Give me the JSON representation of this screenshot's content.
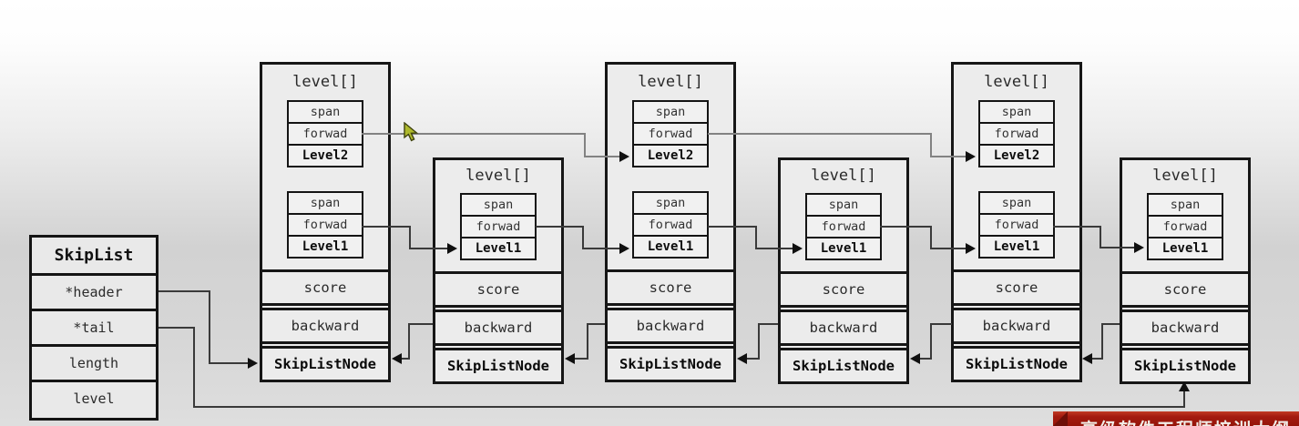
{
  "struct": {
    "title": "SkipList",
    "fields": [
      "*header",
      "*tail",
      "length",
      "level"
    ]
  },
  "nodes": [
    {
      "title": "level[]",
      "groups": [
        {
          "span": "span",
          "forward": "forwad",
          "level": "Level2"
        },
        {
          "span": "span",
          "forward": "forwad",
          "level": "Level1"
        }
      ],
      "score": "score",
      "backward": "backward",
      "type_label": "SkipListNode"
    },
    {
      "title": "level[]",
      "groups": [
        {
          "span": "span",
          "forward": "forwad",
          "level": "Level1"
        }
      ],
      "score": "score",
      "backward": "backward",
      "type_label": "SkipListNode"
    },
    {
      "title": "level[]",
      "groups": [
        {
          "span": "span",
          "forward": "forwad",
          "level": "Level2"
        },
        {
          "span": "span",
          "forward": "forwad",
          "level": "Level1"
        }
      ],
      "score": "score",
      "backward": "backward",
      "type_label": "SkipListNode"
    },
    {
      "title": "level[]",
      "groups": [
        {
          "span": "span",
          "forward": "forwad",
          "level": "Level1"
        }
      ],
      "score": "score",
      "backward": "backward",
      "type_label": "SkipListNode"
    },
    {
      "title": "level[]",
      "groups": [
        {
          "span": "span",
          "forward": "forwad",
          "level": "Level2"
        },
        {
          "span": "span",
          "forward": "forwad",
          "level": "Level1"
        }
      ],
      "score": "score",
      "backward": "backward",
      "type_label": "SkipListNode"
    },
    {
      "title": "level[]",
      "groups": [
        {
          "span": "span",
          "forward": "forwad",
          "level": "Level1"
        }
      ],
      "score": "score",
      "backward": "backward",
      "type_label": "SkipListNode"
    }
  ],
  "banner": {
    "text": "高级软件工程师培训大纲"
  },
  "cursor": {
    "icon": "arrow-pointer"
  },
  "colors": {
    "box_fill": "#ececec",
    "border": "#141414",
    "wire": "#3a3a3a",
    "wire_level2": "#828282",
    "cursor_fill": "#aeb92c",
    "banner_red": "#a41b10",
    "banner_text": "#f2efe9"
  }
}
